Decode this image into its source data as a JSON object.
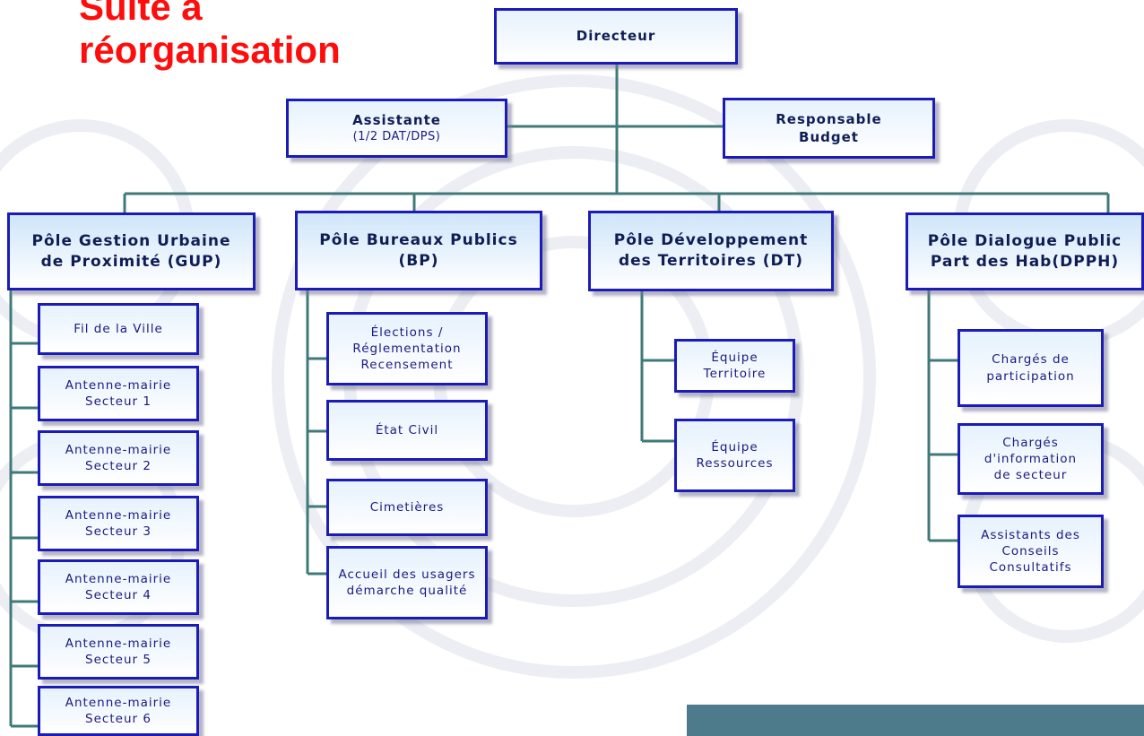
{
  "slide": {
    "title_line1": "Suite à",
    "title_line2": "réorganisation"
  },
  "org": {
    "director": "Directeur",
    "assistant": {
      "title": "Assistante",
      "subtitle": "(1/2 DAT/DPS)"
    },
    "budget": {
      "line1": "Responsable",
      "line2": "Budget"
    },
    "poles": [
      {
        "line1": "Pôle Gestion Urbaine",
        "line2": "de Proximité (GUP)"
      },
      {
        "line1": "Pôle Bureaux Publics",
        "line2": "(BP)"
      },
      {
        "line1": "Pôle Développement",
        "line2": "des Territoires (DT)"
      },
      {
        "line1": "Pôle Dialogue Public",
        "line2": "Part des Hab(DPPH)"
      }
    ],
    "gup_units": [
      [
        "Fil de la Ville"
      ],
      [
        "Antenne-mairie",
        "Secteur 1"
      ],
      [
        "Antenne-mairie",
        "Secteur 2"
      ],
      [
        "Antenne-mairie",
        "Secteur 3"
      ],
      [
        "Antenne-mairie",
        "Secteur 4"
      ],
      [
        "Antenne-mairie",
        "Secteur 5"
      ],
      [
        "Antenne-mairie",
        "Secteur 6"
      ]
    ],
    "bp_units": [
      [
        "Élections /",
        "Réglementation",
        "Recensement"
      ],
      [
        "État Civil"
      ],
      [
        "Cimetières"
      ],
      [
        "Accueil des usagers",
        "démarche qualité"
      ]
    ],
    "dt_units": [
      [
        "Équipe",
        "Territoire"
      ],
      [
        "Équipe",
        "Ressources"
      ]
    ],
    "dpph_units": [
      [
        "Chargés de",
        "participation"
      ],
      [
        "Chargés",
        "d'information",
        "de secteur"
      ],
      [
        "Assistants des",
        "Conseils",
        "Consultatifs"
      ]
    ]
  },
  "colors": {
    "title": "#ff0d0d",
    "box_border": "#1b1bb8",
    "connector": "#3f7a7a",
    "footer_bar": "#4e7b8c"
  }
}
